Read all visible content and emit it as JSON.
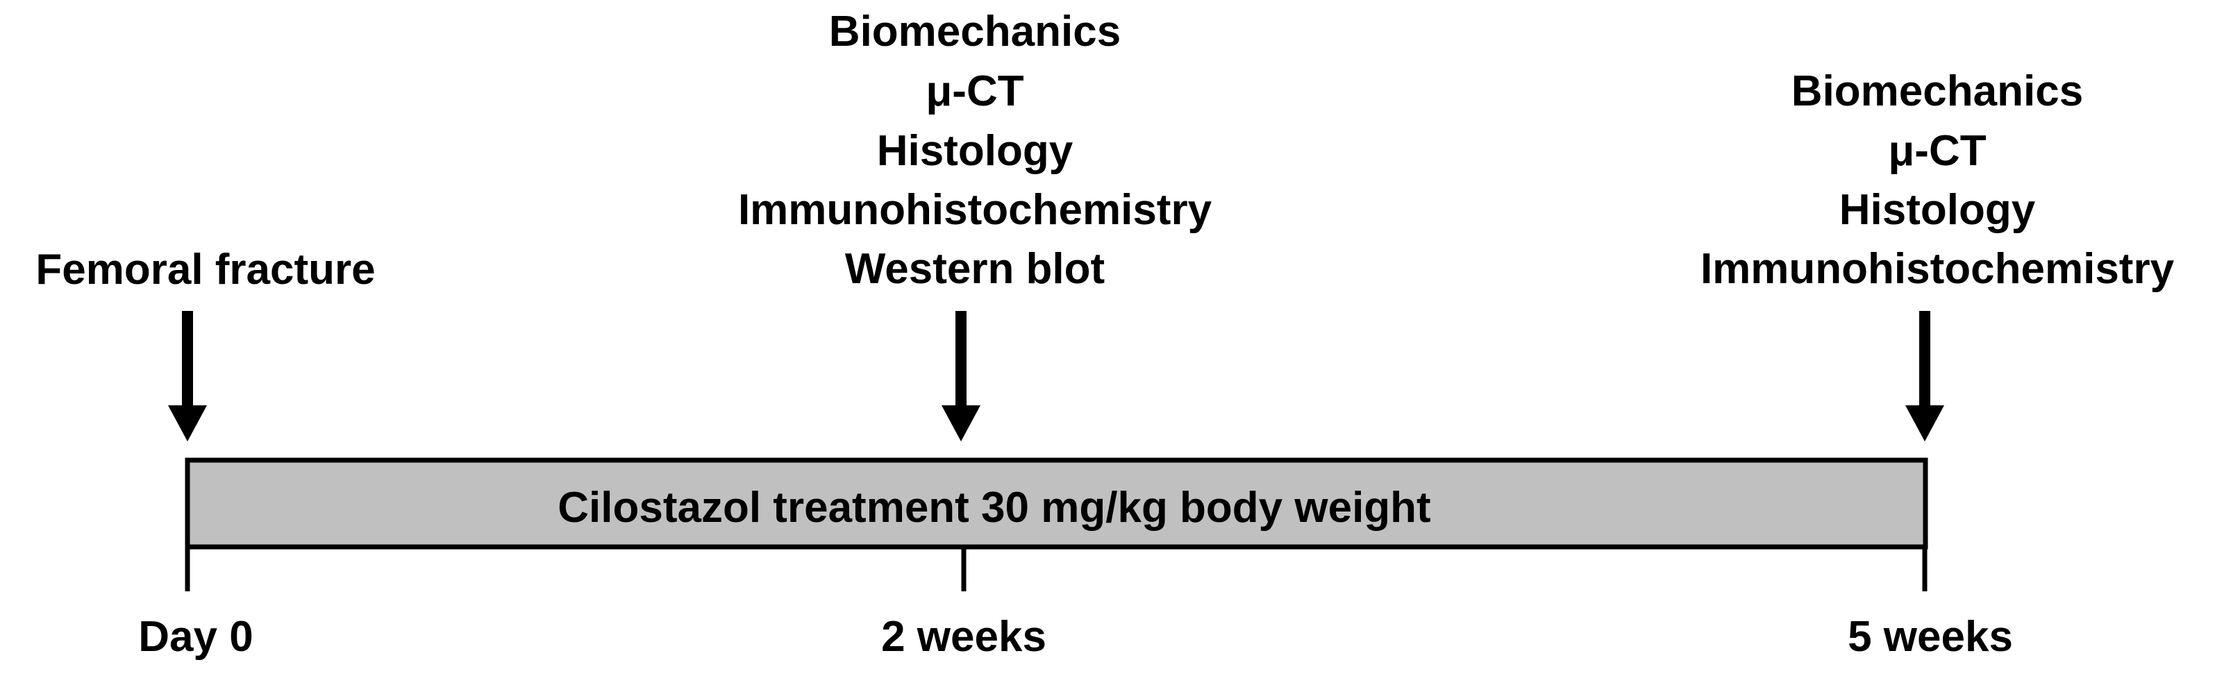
{
  "colors": {
    "ink": "#000000",
    "bar_fill": "#c0c0c0",
    "background": "#ffffff"
  },
  "treatment": {
    "label": "Cilostazol treatment 30 mg/kg body weight"
  },
  "events": [
    {
      "lines": [
        "Femoral fracture"
      ]
    },
    {
      "lines": [
        "Biomechanics",
        "μ-CT",
        "Histology",
        "Immunohistochemistry",
        "Western blot"
      ]
    },
    {
      "lines": [
        "Biomechanics",
        "μ-CT",
        "Histology",
        "Immunohistochemistry"
      ]
    }
  ],
  "timepoints": [
    {
      "label": "Day 0"
    },
    {
      "label": "2 weeks"
    },
    {
      "label": "5 weeks"
    }
  ]
}
